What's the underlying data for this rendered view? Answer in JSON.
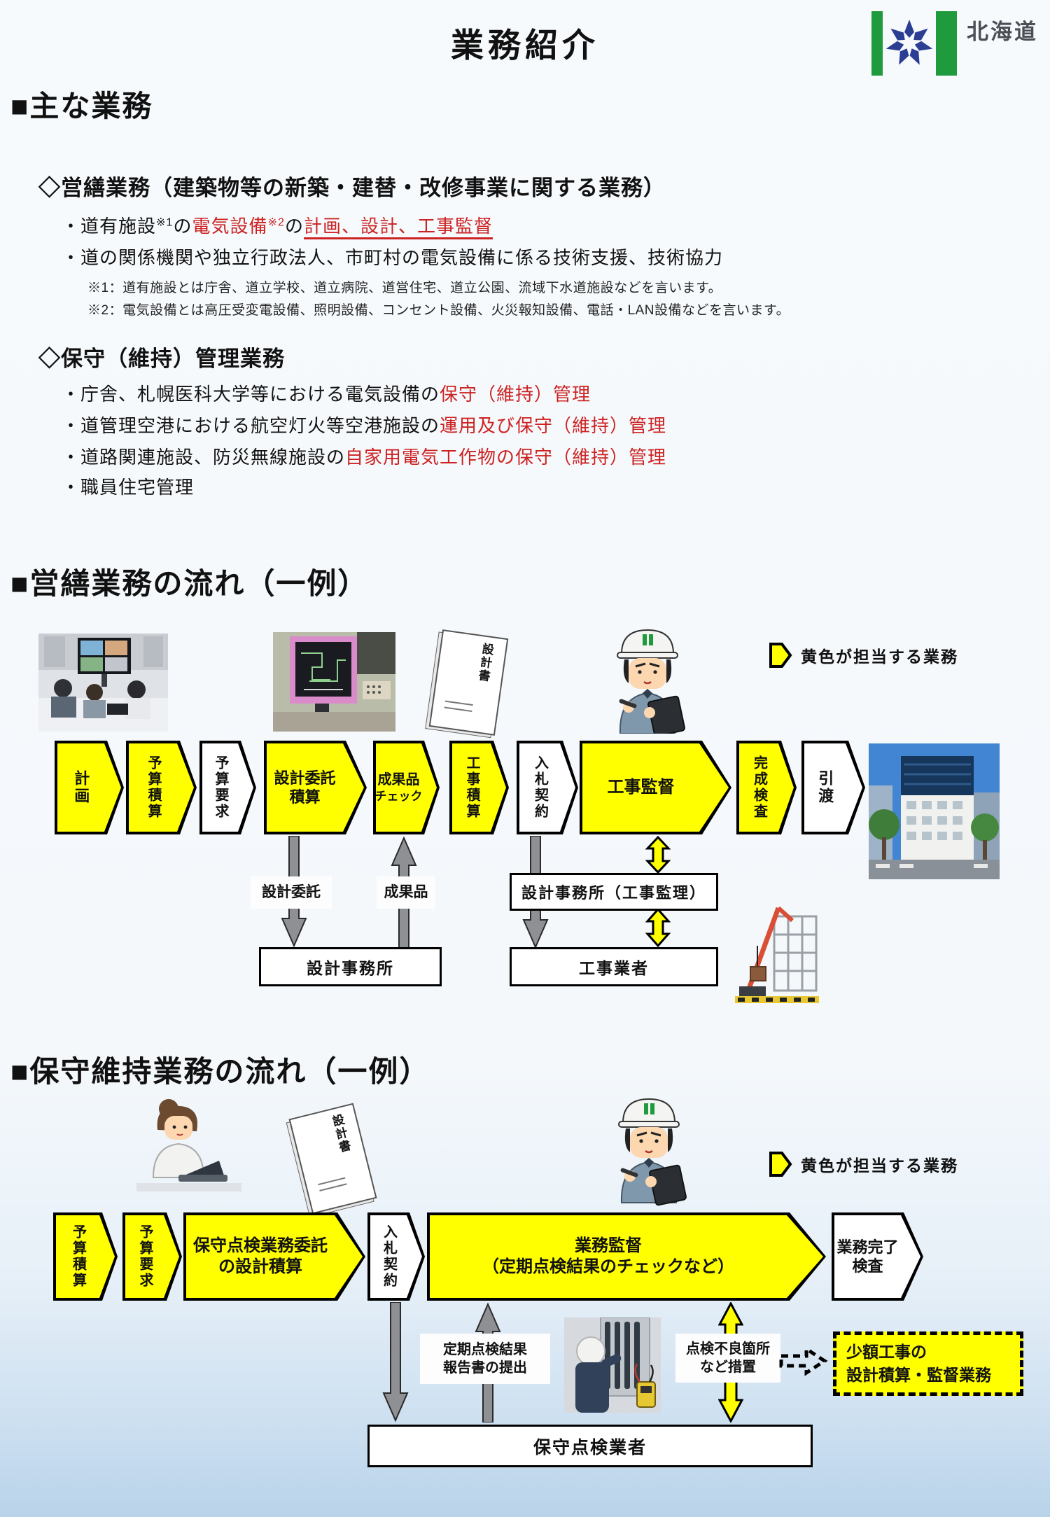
{
  "header": {
    "title": "業務紹介",
    "logo_text": "北海道"
  },
  "main": {
    "heading": "■主な業務",
    "eizen_heading": "◇営繕業務（建築物等の新築・建替・改修事業に関する業務）",
    "b1_pre": "・道有施設",
    "b1_sup1": "※1",
    "b1_no1": "の",
    "b1_red1": "電気設備",
    "b1_sup2": "※2",
    "b1_no2": "の",
    "b1_red2": "計画、設計、工事監督",
    "b2": "・道の関係機関や独立行政法人、市町村の電気設備に係る技術支援、技術協力",
    "note1": "※1：道有施設とは庁舎、道立学校、道立病院、道営住宅、道立公園、流域下水道施設などを言います。",
    "note2": "※2：電気設備とは高圧受変電設備、照明設備、コンセント設備、火災報知設備、電話・LAN設備などを言います。",
    "hoshu_heading": "◇保守（維持）管理業務",
    "hb1_black": "・庁舎、札幌医科大学等における電気設備の",
    "hb1_red": "保守（維持）管理",
    "hb2_black": "・道管理空港における航空灯火等空港施設の",
    "hb2_red": "運用及び保守（維持）管理",
    "hb3_black": "・道路関連施設、防災無線施設の",
    "hb3_red": "自家用電気工作物の保守（維持）管理",
    "hb4": "・職員住宅管理"
  },
  "flow1": {
    "heading": "■営繕業務の流れ（一例）",
    "legend": "黄色が担当する業務",
    "design_doc_label": "設計書",
    "steps": [
      {
        "label": "計画",
        "fill": "yellow"
      },
      {
        "label": "予算積算",
        "fill": "yellow"
      },
      {
        "label": "予算要求",
        "fill": "white"
      },
      {
        "line1": "設計委託",
        "line2": "積算",
        "fill": "yellow"
      },
      {
        "line1": "成果品",
        "line2": "チェック",
        "fill": "yellow"
      },
      {
        "label": "工事積算",
        "fill": "yellow"
      },
      {
        "label": "入札契約",
        "fill": "white"
      },
      {
        "label": "工事監督",
        "fill": "yellow"
      },
      {
        "label": "完成検査",
        "fill": "yellow"
      },
      {
        "label": "引渡",
        "fill": "white"
      }
    ],
    "labels": {
      "sekkei_itaku": "設計委託",
      "seikahin": "成果品",
      "sekkei_jimusho": "設計事務所",
      "sekkei_jimusho_kanri": "設計事務所（工事監理）",
      "koji_gyosha": "工事業者"
    }
  },
  "flow2": {
    "heading": "■保守維持業務の流れ（一例）",
    "legend": "黄色が担当する業務",
    "design_doc_label": "設計書",
    "steps": [
      {
        "label": "予算積算",
        "fill": "yellow"
      },
      {
        "label": "予算要求",
        "fill": "yellow"
      },
      {
        "line1": "保守点検業務委託",
        "line2": "の設計積算",
        "fill": "yellow"
      },
      {
        "label": "入札契約",
        "fill": "white"
      },
      {
        "line1": "業務監督",
        "line2": "（定期点検結果のチェックなど）",
        "fill": "yellow"
      },
      {
        "line1": "業務完了",
        "line2": "検査",
        "fill": "white"
      }
    ],
    "labels": {
      "teiki_line1": "定期点検結果",
      "teiki_line2": "報告書の提出",
      "furyo_line1": "点検不良箇所",
      "furyo_line2": "など措置",
      "shogaku_line1": "少額工事の",
      "shogaku_line2": "設計積算・監督業務",
      "hoshu_tenken": "保守点検業者"
    }
  },
  "colors": {
    "accent_yellow": "#ffff00",
    "accent_red": "#cc2222",
    "logo_green": "#1f9a3c",
    "logo_blue": "#2c3e94"
  }
}
